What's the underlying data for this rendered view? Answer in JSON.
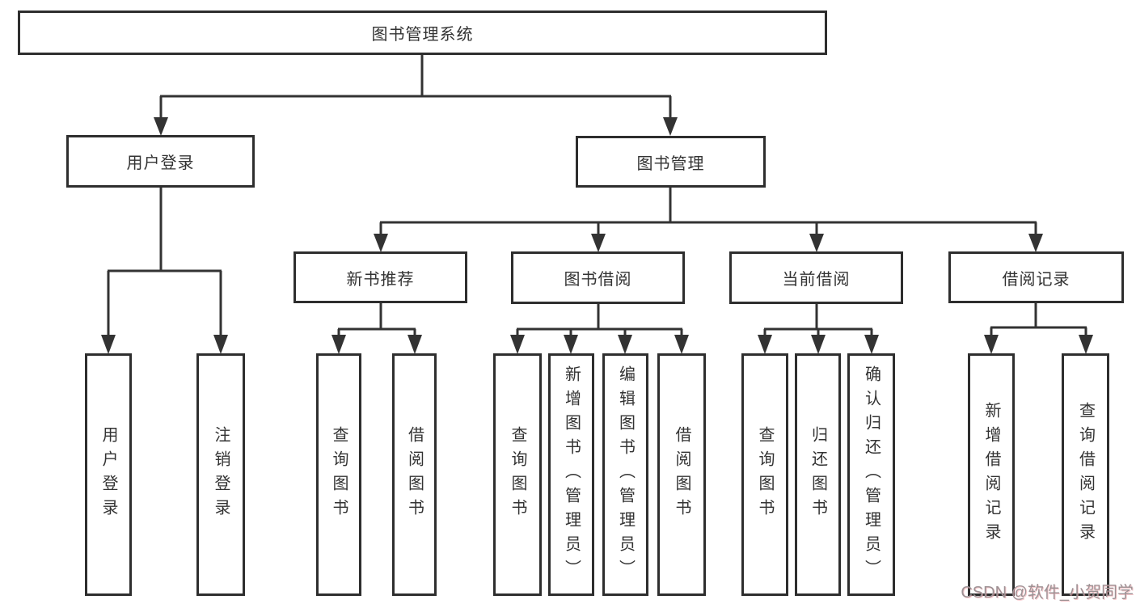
{
  "tree": {
    "label": "图书管理系统",
    "children": [
      {
        "label": "用户登录",
        "children": [
          {
            "label": "用户登录"
          },
          {
            "label": "注销登录"
          }
        ]
      },
      {
        "label": "图书管理",
        "children": [
          {
            "label": "新书推荐",
            "children": [
              {
                "label": "查询图书"
              },
              {
                "label": "借阅图书"
              }
            ]
          },
          {
            "label": "图书借阅",
            "children": [
              {
                "label": "查询图书"
              },
              {
                "label": "新增图书（管理员）"
              },
              {
                "label": "编辑图书（管理员）"
              },
              {
                "label": "借阅图书"
              }
            ]
          },
          {
            "label": "当前借阅",
            "children": [
              {
                "label": "查询图书"
              },
              {
                "label": "归还图书"
              },
              {
                "label": "确认归还（管理员）"
              }
            ]
          },
          {
            "label": "借阅记录",
            "children": [
              {
                "label": "新增借阅记录"
              },
              {
                "label": "查询借阅记录"
              }
            ]
          }
        ]
      }
    ]
  },
  "watermark": {
    "text": "CSDN @软件_小贺同学"
  },
  "colors": {
    "line": "#333333",
    "box_border": "#2e2e2e",
    "text": "#333333",
    "background": "#ffffff",
    "watermark": "#9d9194"
  }
}
